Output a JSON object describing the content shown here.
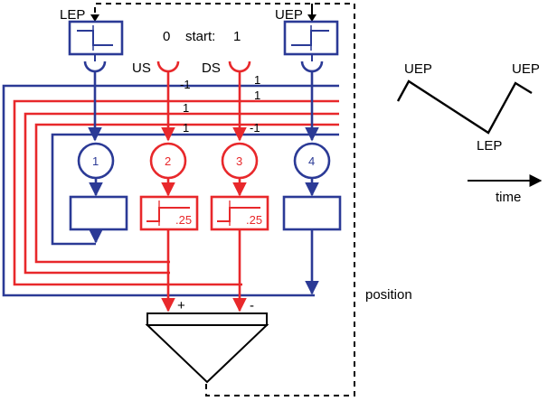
{
  "labels": {
    "lep_top": "LEP",
    "uep_top": "UEP",
    "start_zero": "0",
    "start_label": "start:",
    "start_one": "1",
    "us": "US",
    "ds": "DS",
    "position": "position",
    "time": "time",
    "plus": "+",
    "minus": "-",
    "wave_uep_left": "UEP",
    "wave_uep_right": "UEP",
    "wave_lep": "LEP"
  },
  "weights": {
    "w1": "-1",
    "w2": "1",
    "w3": "1",
    "w4": "1",
    "w5": "-1"
  },
  "nodes": {
    "n1": "1",
    "n2": "2",
    "n3": "3",
    "n4": "4"
  },
  "gain": {
    "g2": ".25",
    "g3": ".25"
  },
  "colors": {
    "blue": "#2b3a96",
    "red": "#e8282b",
    "black": "#000000"
  }
}
